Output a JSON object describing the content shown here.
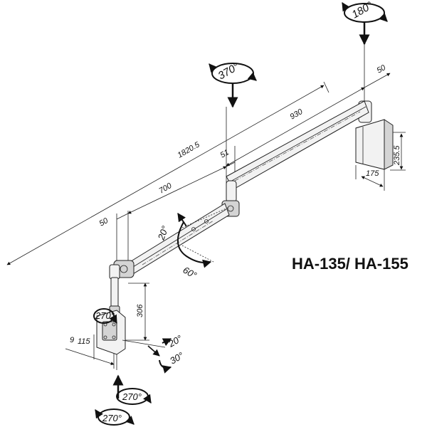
{
  "model": "HA-135/ HA-155",
  "dimensions": {
    "total_length": "1820.5",
    "main_arm": "930",
    "lower_arm": "700",
    "joint_offset": "51",
    "end_offset_left": "50",
    "end_offset_right": "50",
    "bracket_height": "235.5",
    "bracket_depth": "175",
    "post_height": "306",
    "mount_width": "115",
    "mount_offset": "9"
  },
  "rotations": {
    "wall_swivel": "180°",
    "middle_swivel": "370°",
    "tilt_down": "20°",
    "tilt_up": "60°",
    "plate_rotate": "270°",
    "head_tilt": "20°",
    "head_pan": "30°",
    "bottom_rotate_upper": "270°",
    "bottom_rotate_lower": "270°"
  }
}
